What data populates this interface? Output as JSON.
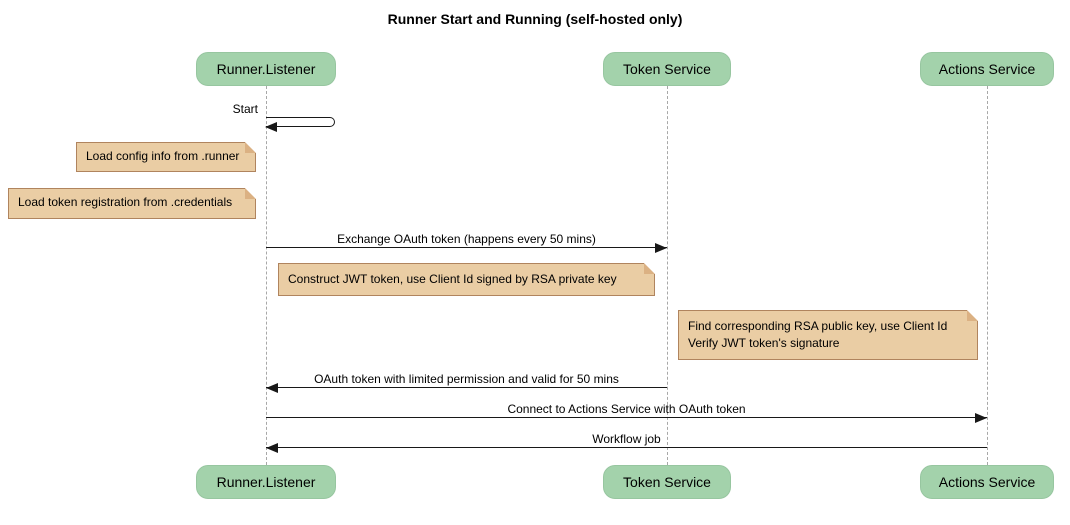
{
  "title": "Runner Start and Running (self-hosted only)",
  "participants": [
    {
      "name": "Runner.Listener"
    },
    {
      "name": "Token Service"
    },
    {
      "name": "Actions Service"
    }
  ],
  "messages": [
    {
      "label": "Start",
      "from": "Runner.Listener",
      "to": "Runner.Listener",
      "kind": "self"
    },
    {
      "label": "Exchange OAuth token (happens every 50 mins)",
      "from": "Runner.Listener",
      "to": "Token Service",
      "kind": "solid-arrow"
    },
    {
      "label": "OAuth token with limited permission and valid for 50 mins",
      "from": "Token Service",
      "to": "Runner.Listener",
      "kind": "solid-arrow"
    },
    {
      "label": "Connect to Actions Service with OAuth token",
      "from": "Runner.Listener",
      "to": "Actions Service",
      "kind": "solid-arrow"
    },
    {
      "label": "Workflow job",
      "from": "Actions Service",
      "to": "Runner.Listener",
      "kind": "solid-arrow"
    }
  ],
  "notes": [
    {
      "text": "Load config info from .runner",
      "attached_to": "Runner.Listener",
      "side": "left"
    },
    {
      "text": "Load token registration from .credentials",
      "attached_to": "Runner.Listener",
      "side": "left"
    },
    {
      "text": "Construct JWT token, use Client Id signed by RSA private key",
      "attached_to": "Runner.Listener",
      "side": "over"
    },
    {
      "lines": [
        "Find corresponding RSA public key, use Client Id",
        "Verify JWT token's signature"
      ],
      "attached_to": "Actions Service",
      "side": "left"
    }
  ],
  "colors": {
    "participant_fill": "#A3D2AB",
    "participant_border": "#97C6A0",
    "note_fill": "#EACDA4",
    "note_border": "#B0845E",
    "lifeline": "#A8A8A8",
    "arrow": "#181818",
    "text": "#000000"
  }
}
